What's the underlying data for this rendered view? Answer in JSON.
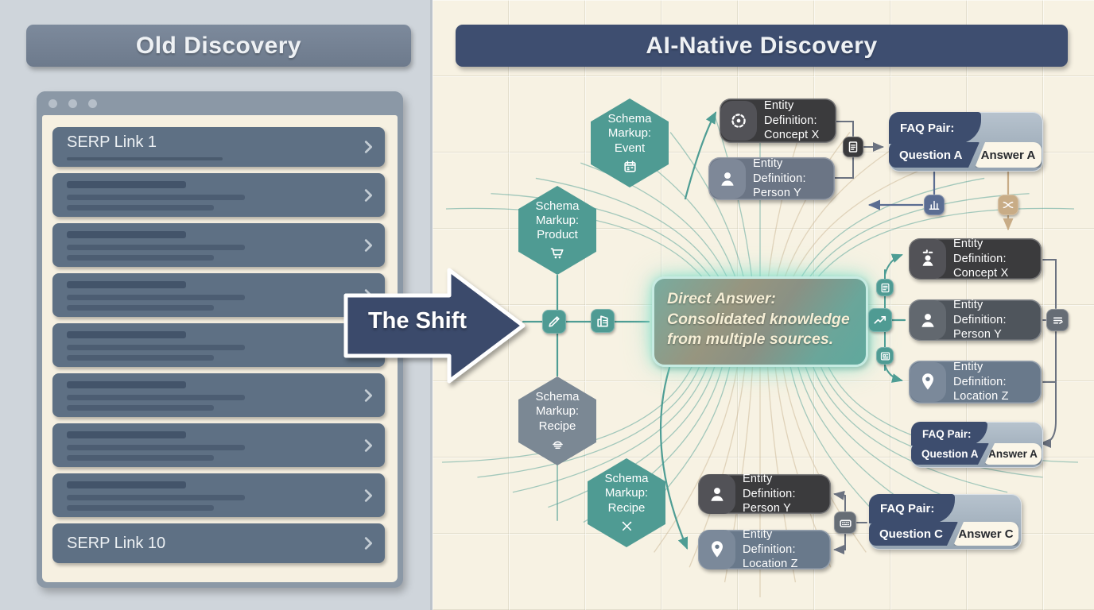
{
  "colors": {
    "teal": "#4e9d94",
    "navy": "#3d4d6e",
    "tan": "#c8ac86",
    "dark_box": "#3b3b3d",
    "slate_card": "#5e7084",
    "cream": "#f7f2e3",
    "panel_gray": "#cfd5db"
  },
  "left_panel": {
    "title": "Old Discovery",
    "serp_links": {
      "first": "SERP Link 1",
      "last": "SERP Link 10",
      "placeholder_count": 7
    }
  },
  "shift_arrow": {
    "label": "The Shift"
  },
  "right_panel": {
    "title": "AI-Native Discovery",
    "direct_answer": {
      "lines": [
        "Direct Answer:",
        "Consolidated knowledge",
        "from multiple sources."
      ]
    },
    "hexagons": [
      {
        "lines": [
          "Schema",
          "Markup:",
          "Event"
        ],
        "icon": "calendar-icon"
      },
      {
        "lines": [
          "Schema",
          "Markup:",
          "Product"
        ],
        "icon": "cart-icon"
      },
      {
        "lines": [
          "Schema",
          "Markup:",
          "Recipe"
        ],
        "icon": "cake-icon"
      },
      {
        "lines": [
          "Schema",
          "Markup:",
          "Recipe"
        ],
        "icon": "utensils-icon"
      }
    ],
    "entities": [
      {
        "title": "Entity Definition:",
        "name": "Concept X",
        "icon": "gear-icon"
      },
      {
        "title": "Entity Definition:",
        "name": "Person Y",
        "icon": "person-icon"
      },
      {
        "title": "Entity Definition:",
        "name": "Concept X",
        "icon": "presenter-icon"
      },
      {
        "title": "Entity Definition:",
        "name": "Person Y",
        "icon": "person-icon"
      },
      {
        "title": "Entity Definition:",
        "name": "Location Z",
        "icon": "pin-icon"
      },
      {
        "title": "Entity Definition:",
        "name": "Person Y",
        "icon": "person-icon"
      },
      {
        "title": "Entity Definition:",
        "name": "Location Z",
        "icon": "pin-icon"
      }
    ],
    "faq_pairs": [
      {
        "title": "FAQ Pair:",
        "question": "Question A",
        "answer": "Answer A"
      },
      {
        "title": "FAQ Pair:",
        "question": "Question A",
        "answer": "Answer A"
      },
      {
        "title": "FAQ Pair:",
        "question": "Question C",
        "answer": "Answer C"
      }
    ]
  }
}
